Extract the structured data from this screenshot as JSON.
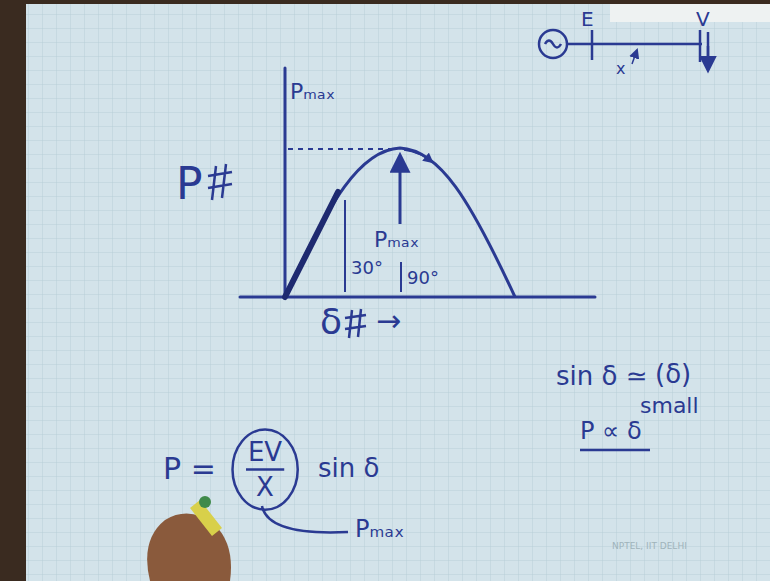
{
  "diagram": {
    "nodes": [
      {
        "text": [
          "EV",
          "X"
        ]
      }
    ],
    "labels": [
      "Pₘₐₓ",
      "P",
      "Pₘₐₓ",
      "30°",
      "90°",
      "δ",
      "→",
      "E",
      "V",
      "x",
      "sin δ ≃",
      "(δ)",
      "small",
      "P ∝ δ",
      "P =",
      "sin δ",
      "Pₘₐₓ",
      "NPTEL, IIT DELHI"
    ]
  }
}
